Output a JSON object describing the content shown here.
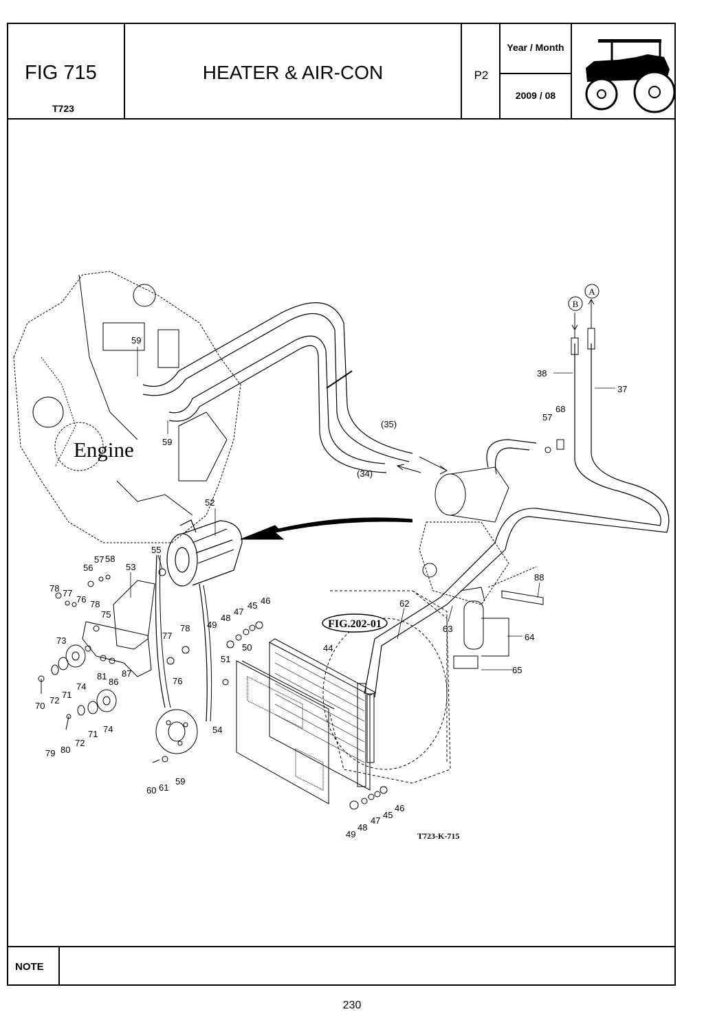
{
  "header": {
    "figure_number": "FIG 715",
    "model": "T723",
    "title": "HEATER & AIR-CON",
    "page_code": "P2",
    "year_month_label": "Year / Month",
    "year_month_value": "2009 / 08",
    "thumbnail_icon": "tractor-icon"
  },
  "diagram": {
    "engine_label": "Engine",
    "fig_reference": "FIG.202-01",
    "drawing_code": "T723-K-715",
    "connector_a": "A",
    "connector_b": "B",
    "callouts": [
      "59",
      "59",
      "(35)",
      "(34)",
      "38",
      "37",
      "57",
      "68",
      "52",
      "55",
      "56",
      "57",
      "58",
      "53",
      "78",
      "77",
      "76",
      "78",
      "75",
      "73",
      "72",
      "71",
      "70",
      "74",
      "81",
      "86",
      "87",
      "77",
      "78",
      "76",
      "74",
      "79",
      "80",
      "72",
      "71",
      "60",
      "61",
      "59",
      "54",
      "49",
      "48",
      "47",
      "45",
      "46",
      "50",
      "51",
      "62",
      "63",
      "64",
      "65",
      "88",
      "44",
      "49",
      "48",
      "47",
      "45",
      "46"
    ]
  },
  "footer": {
    "note_label": "NOTE",
    "note_text": ""
  },
  "page_number": "230"
}
